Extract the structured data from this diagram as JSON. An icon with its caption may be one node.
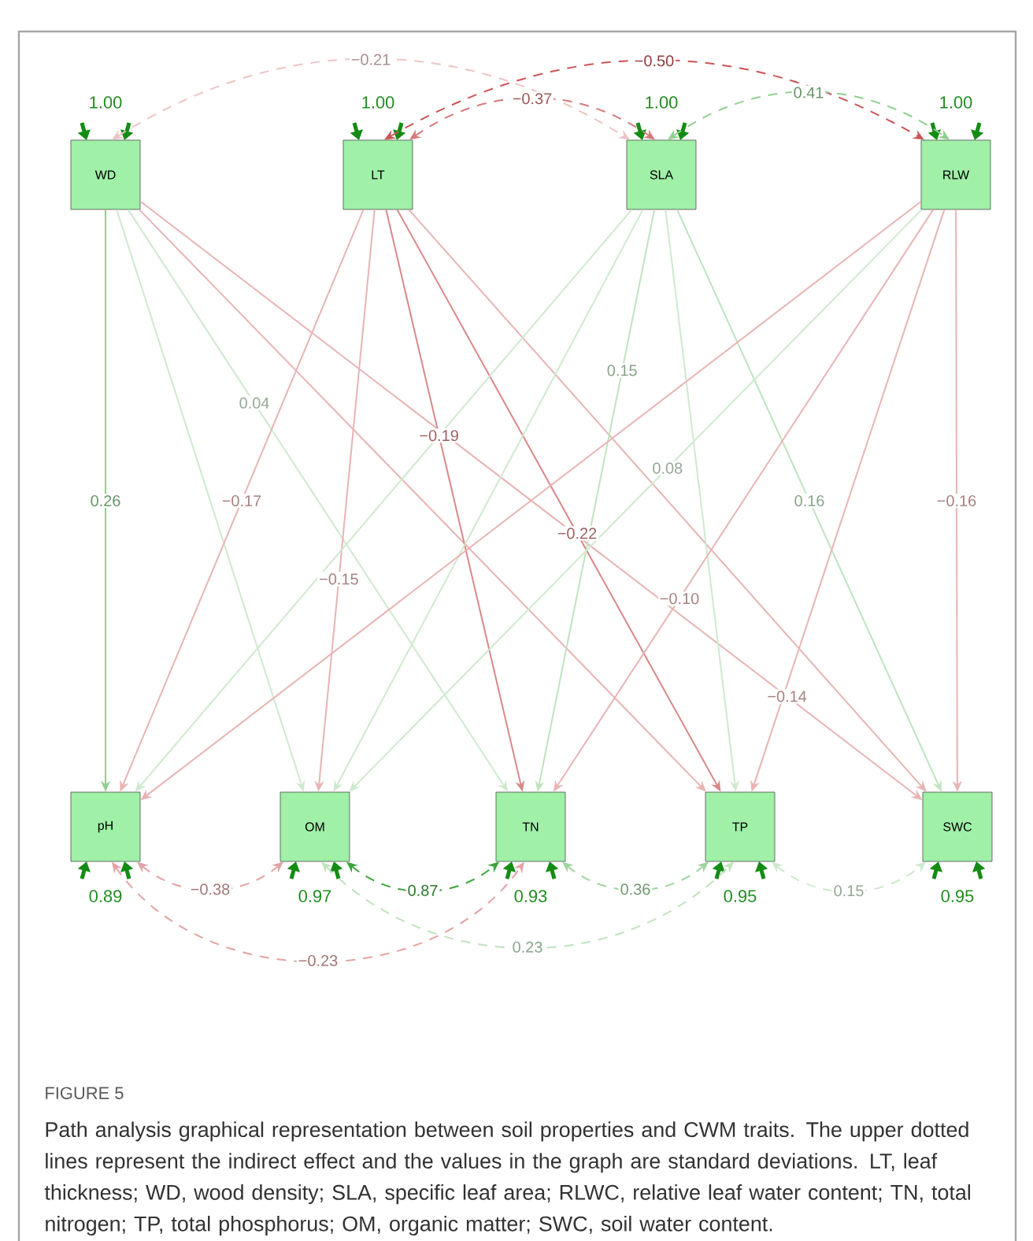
{
  "diagram": {
    "title": "FIGURE 5",
    "caption": "Path analysis graphical representation between soil properties and CWM traits. The upper dotted lines represent the indirect effect and the values in the graph are standard deviations. LT, leaf thickness; WD, wood density; SLA, specific leaf area; RLWC, relative leaf water content; TN, total nitrogen; TP, total phosphorus; OM, organic matter; SWC, soil water content.",
    "nodes": [
      {
        "text": [
          "WD"
        ],
        "beside": [
          "1.00"
        ]
      },
      {
        "text": [
          "LT"
        ],
        "beside": [
          "1.00"
        ]
      },
      {
        "text": [
          "SLA"
        ],
        "beside": [
          "1.00"
        ]
      },
      {
        "text": [
          "RLW"
        ],
        "beside": [
          "1.00"
        ]
      },
      {
        "text": [
          "pH"
        ],
        "beside": [
          "0.89"
        ]
      },
      {
        "text": [
          "OM"
        ],
        "beside": [
          "0.97"
        ]
      },
      {
        "text": [
          "TN"
        ],
        "beside": [
          "0.93"
        ]
      },
      {
        "text": [
          "TP"
        ],
        "beside": [
          "0.95"
        ]
      },
      {
        "text": [
          "SWC"
        ],
        "beside": [
          "0.95"
        ]
      }
    ],
    "edges": [
      {
        "from": 0,
        "to": 4,
        "arrow": "to",
        "label": "0.26",
        "color": "#8fcf8f"
      },
      {
        "from": 0,
        "to": 5,
        "arrow": "to",
        "color": "#cfe9cf"
      },
      {
        "from": 0,
        "to": 6,
        "arrow": "to",
        "label": "0.04",
        "color": "#cfe9cf"
      },
      {
        "from": 0,
        "to": 7,
        "arrow": "to"
      },
      {
        "from": 0,
        "to": 8,
        "arrow": "to",
        "label": "−0.14"
      },
      {
        "from": 1,
        "to": 4,
        "arrow": "to",
        "label": "−0.17"
      },
      {
        "from": 1,
        "to": 5,
        "arrow": "to",
        "label": "−0.15"
      },
      {
        "from": 1,
        "to": 6,
        "arrow": "to",
        "label": "−0.19",
        "color": "#d98888"
      },
      {
        "from": 1,
        "to": 7,
        "arrow": "to",
        "label": "−0.22",
        "color": "#d98888"
      },
      {
        "from": 1,
        "to": 8,
        "arrow": "to"
      },
      {
        "from": 2,
        "to": 4,
        "arrow": "to",
        "color": "#cfe9cf"
      },
      {
        "from": 2,
        "to": 5,
        "arrow": "to",
        "color": "#cfe9cf"
      },
      {
        "from": 2,
        "to": 6,
        "arrow": "to",
        "label": "0.15",
        "color": "#bfe3bf"
      },
      {
        "from": 2,
        "to": 7,
        "arrow": "to",
        "color": "#cfe9cf"
      },
      {
        "from": 2,
        "to": 8,
        "arrow": "to",
        "label": "0.16",
        "color": "#bfe3bf"
      },
      {
        "from": 3,
        "to": 4,
        "arrow": "to"
      },
      {
        "from": 3,
        "to": 5,
        "arrow": "to",
        "label": "0.08",
        "color": "#cfe9cf"
      },
      {
        "from": 3,
        "to": 6,
        "arrow": "to",
        "label": "−0.10"
      },
      {
        "from": 3,
        "to": 7,
        "arrow": "to"
      },
      {
        "from": 3,
        "to": 8,
        "arrow": "to",
        "label": "−0.16"
      },
      {
        "from": 0,
        "to": 2,
        "arrow": "both",
        "label": "−0.21",
        "style": "dashed",
        "color": "#edc4c4"
      },
      {
        "from": 1,
        "to": 2,
        "arrow": "both",
        "label": "−0.37",
        "style": "dashed",
        "color": "#d77a7a"
      },
      {
        "from": 1,
        "to": 3,
        "arrow": "both",
        "label": "−0.50",
        "style": "dashed",
        "color": "#cc5555"
      },
      {
        "from": 2,
        "to": 3,
        "arrow": "both",
        "label": "0.41",
        "style": "dashed",
        "color": "#8fcf8f"
      },
      {
        "from": 4,
        "to": 5,
        "arrow": "both",
        "label": "−0.38",
        "style": "dashed",
        "color": "#e3a3a3"
      },
      {
        "from": 5,
        "to": 6,
        "arrow": "both",
        "label": "0.87",
        "style": "dashed",
        "color": "#3aa53a"
      },
      {
        "from": 6,
        "to": 7,
        "arrow": "both",
        "label": "0.36",
        "style": "dashed",
        "color": "#9fd49f"
      },
      {
        "from": 5,
        "to": 7,
        "arrow": "both",
        "label": "0.23",
        "style": "dashed",
        "color": "#bfe3bf"
      },
      {
        "from": 4,
        "to": 6,
        "arrow": "both",
        "label": "−0.23",
        "style": "dashed",
        "color": "#e3a3a3"
      },
      {
        "from": 7,
        "to": 8,
        "arrow": "both",
        "label": "0.15",
        "style": "dashed",
        "color": "#cfe9cf"
      }
    ]
  }
}
